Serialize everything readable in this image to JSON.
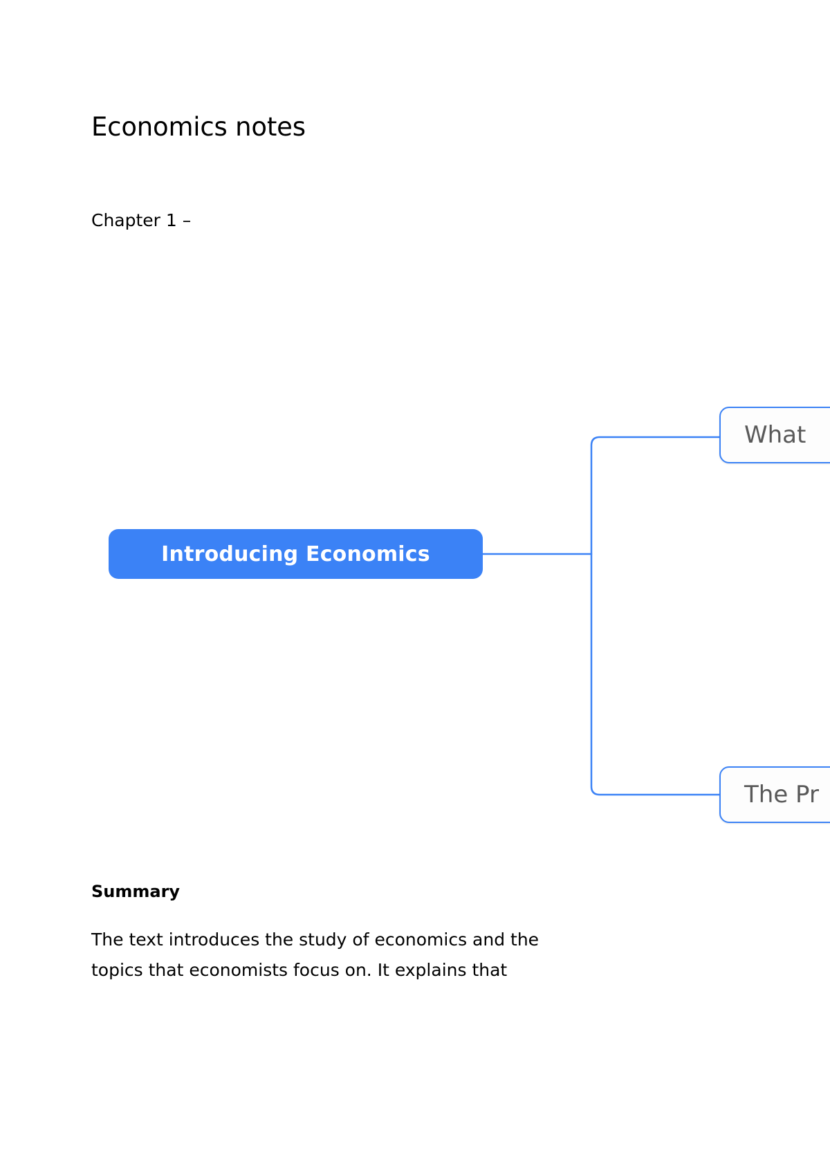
{
  "document": {
    "title": "Economics notes",
    "chapter": "Chapter 1 –",
    "summary_heading": "Summary",
    "summary_lines": [
      "The text introduces the study of economics and the",
      "topics that economists focus on. It explains that"
    ]
  },
  "mindmap": {
    "root": {
      "label": "Introducing Economics",
      "fill": "#3b82f6",
      "text_color": "#ffffff"
    },
    "branches": [
      {
        "label": "What",
        "border": "#3b82f6",
        "fill": "#fdfdfd",
        "text_color": "#595959"
      },
      {
        "label": "The Pr",
        "border": "#3b82f6",
        "fill": "#fdfdfd",
        "text_color": "#595959"
      }
    ],
    "connector_color": "#3b82f6"
  }
}
